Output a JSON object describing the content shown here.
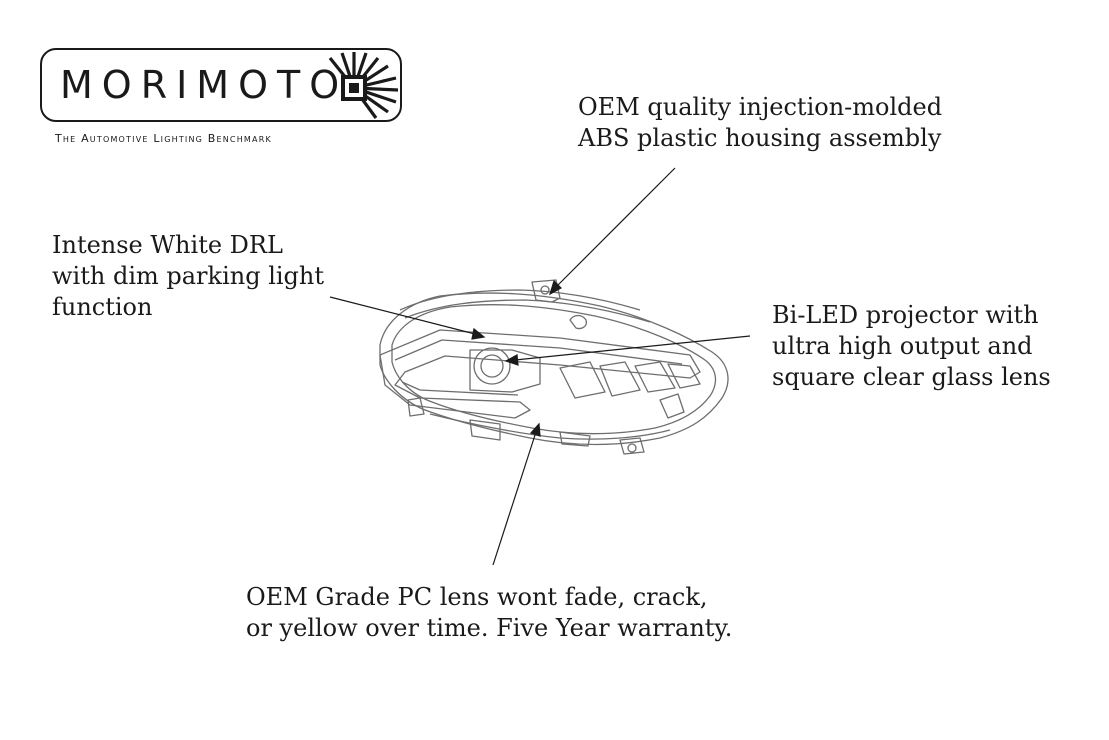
{
  "brand": {
    "wordmark": "MORIMOTO",
    "tagline": "The Automotive Lighting Benchmark"
  },
  "callouts": {
    "housing": [
      "OEM quality injection-molded",
      "ABS plastic housing assembly"
    ],
    "drl": [
      "Intense White DRL",
      "with dim parking light",
      "function"
    ],
    "projector": [
      "Bi-LED projector with",
      "ultra high output and",
      "square clear glass lens"
    ],
    "lens": [
      "OEM Grade PC lens wont fade, crack,",
      "or yellow over time. Five Year warranty."
    ]
  },
  "colors": {
    "ink": "#1a1a1a",
    "background": "#ffffff",
    "line_art": "#6e6e6e"
  }
}
